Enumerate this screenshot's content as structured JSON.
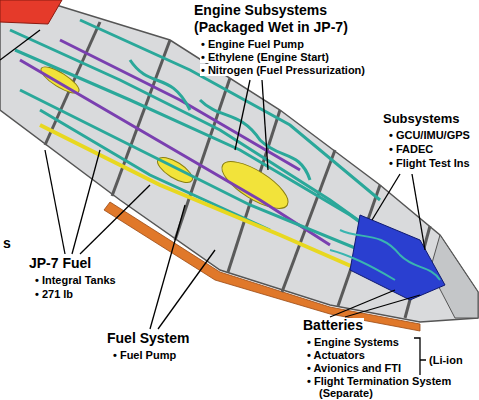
{
  "diagram": {
    "labels": [
      "Engine Subsystems",
      "(Packaged Wet in JP-7)",
      "• Engine Fuel Pump",
      "• Ethylene (Engine Start)",
      "• Nitrogen (Fuel Pressurization)",
      "Subsystems",
      "• GCU/IMU/GPS",
      "• FADEC",
      "• Flight Test Ins",
      "JP-7 Fuel",
      "• Integral Tanks",
      "• 271 lb",
      "Fuel System",
      "• Fuel Pump",
      "Batteries",
      "• Engine Systems",
      "• Actuators",
      "• Avionics and FTI",
      "• Flight Termination System",
      "(Separate)",
      "(Li-ion",
      "s"
    ]
  }
}
